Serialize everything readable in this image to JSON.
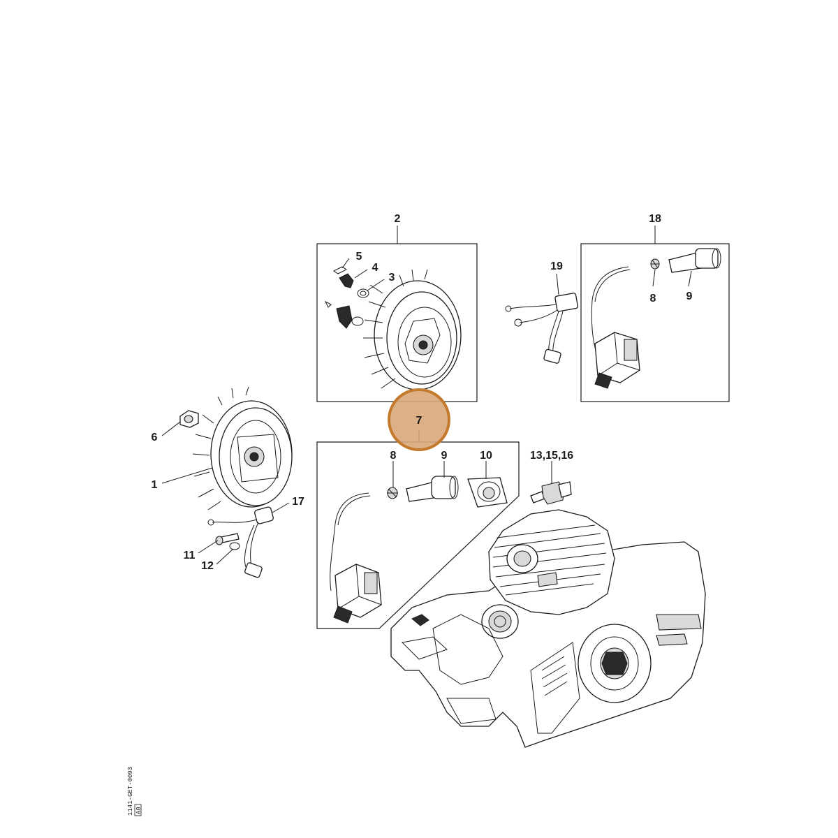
{
  "diagram": {
    "highlight_color": "#c47a2c",
    "callouts": {
      "c1": "1",
      "c2": "2",
      "c3": "3",
      "c4": "4",
      "c5": "5",
      "c6": "6",
      "c7": "7",
      "c8a": "8",
      "c8b": "8",
      "c9a": "9",
      "c9b": "9",
      "c10": "10",
      "c11": "11",
      "c12": "12",
      "c13": "13,15,16",
      "c17": "17",
      "c18": "18",
      "c19": "19"
    },
    "doc_id_line1": "1141-GET-0093",
    "doc_id_line2": "A0"
  }
}
